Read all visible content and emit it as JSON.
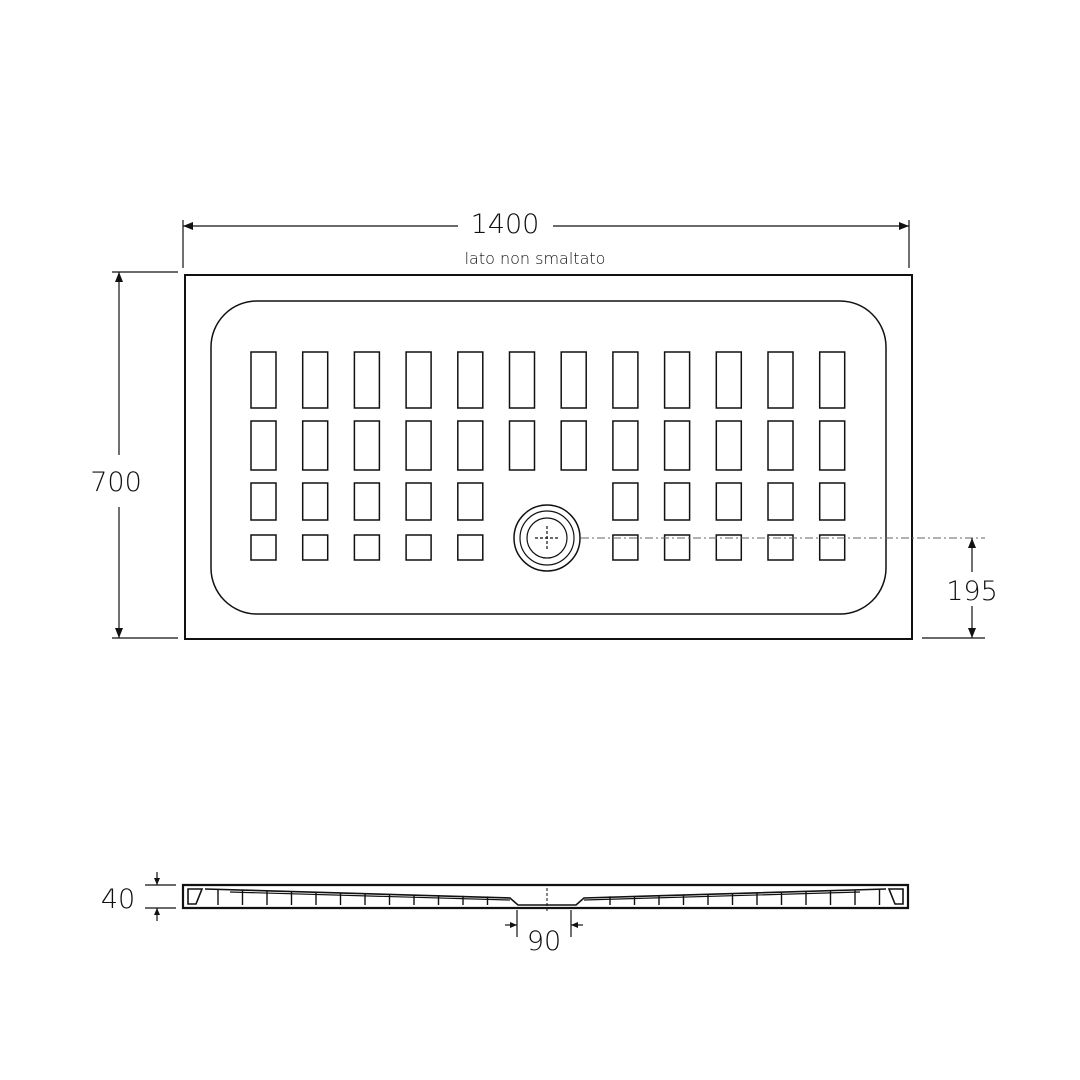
{
  "plan": {
    "width_label": "1400",
    "width_note": "lato non smaltato",
    "depth_label": "700",
    "drain_offset_label": "195"
  },
  "section": {
    "height_label": "40",
    "drain_width_label": "90"
  },
  "colors": {
    "line": "#111111",
    "background": "#ffffff"
  }
}
